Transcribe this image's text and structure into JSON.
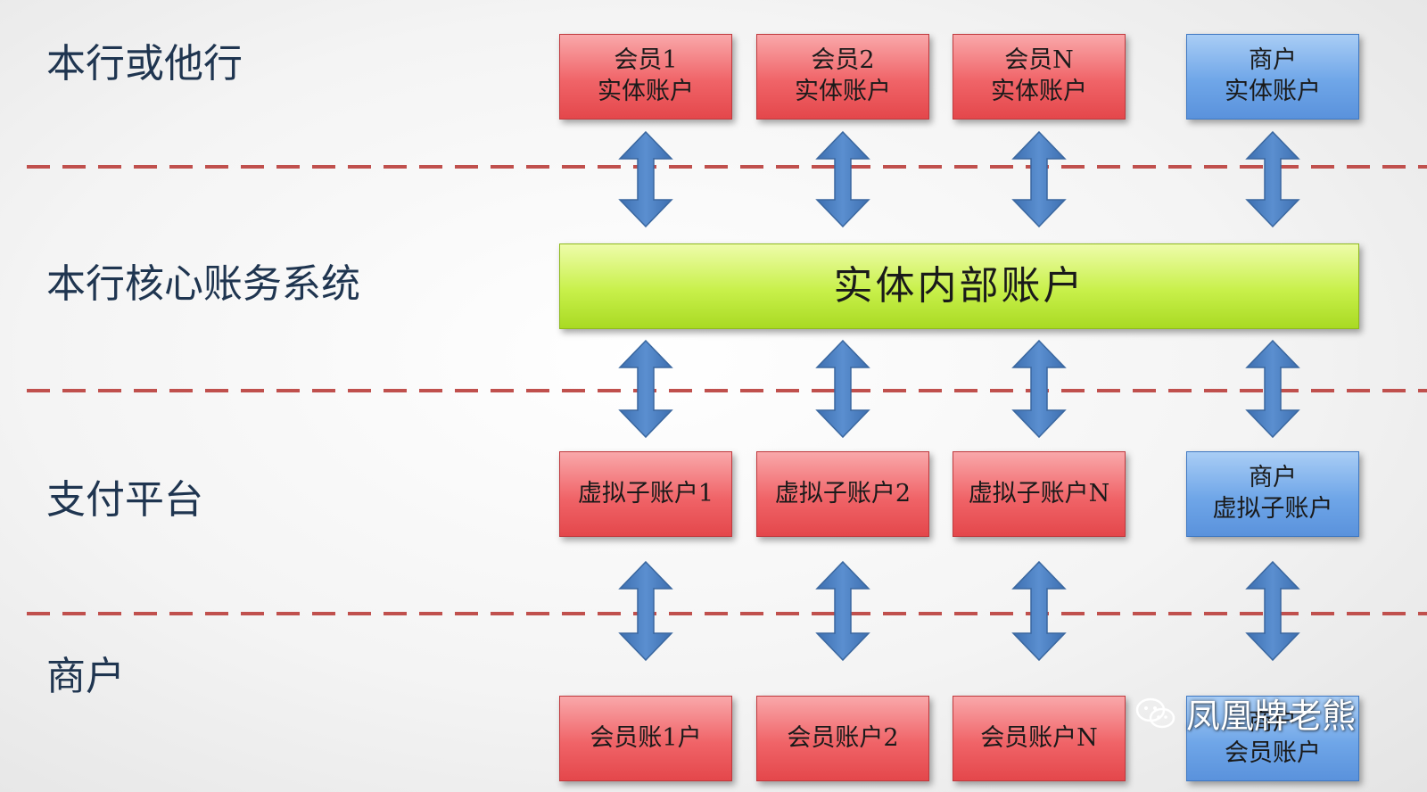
{
  "layers": {
    "bank": "本行或他行",
    "core": "本行核心账务系统",
    "platform": "支付平台",
    "merchant": "商户"
  },
  "columns": [
    {
      "entity": [
        "会员1",
        "实体账户"
      ],
      "virtual": [
        "虚拟子账户1"
      ],
      "member": [
        "会员账1户"
      ]
    },
    {
      "entity": [
        "会员2",
        "实体账户"
      ],
      "virtual": [
        "虚拟子账户2"
      ],
      "member": [
        "会员账户2"
      ]
    },
    {
      "entity": [
        "会员N",
        "实体账户"
      ],
      "virtual": [
        "虚拟子账户N"
      ],
      "member": [
        "会员账户N"
      ]
    },
    {
      "entity": [
        "商户",
        "实体账户"
      ],
      "virtual": [
        "商户",
        "虚拟子账户"
      ],
      "member": [
        "商户",
        "会员账户"
      ]
    }
  ],
  "internal_account": "实体内部账户",
  "watermark": "凤凰牌老熊",
  "colors": {
    "member_box": "#f06468",
    "merchant_box": "#6fa6e8",
    "internal_box": "#c8f04a",
    "arrow": "#4f81bd",
    "dashed_line": "#c0504d",
    "layer_text": "#1f3550"
  },
  "icons": {
    "watermark": "wechat-icon"
  }
}
